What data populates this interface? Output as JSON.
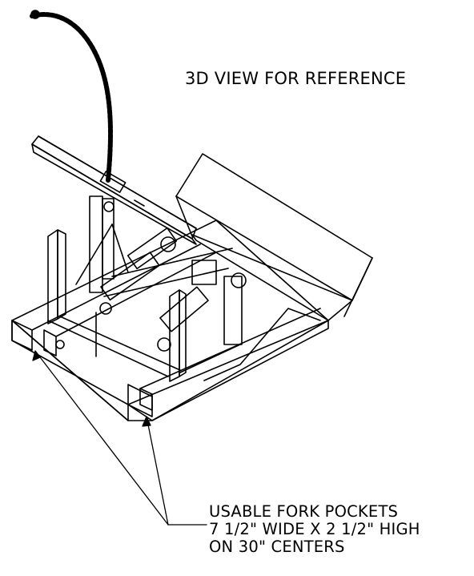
{
  "title": "3D VIEW FOR REFERENCE",
  "callout": {
    "line1": "USABLE FORK POCKETS",
    "line2": "7 1/2\" WIDE X 2 1/2\" HIGH",
    "line3": "ON 30\" CENTERS"
  }
}
